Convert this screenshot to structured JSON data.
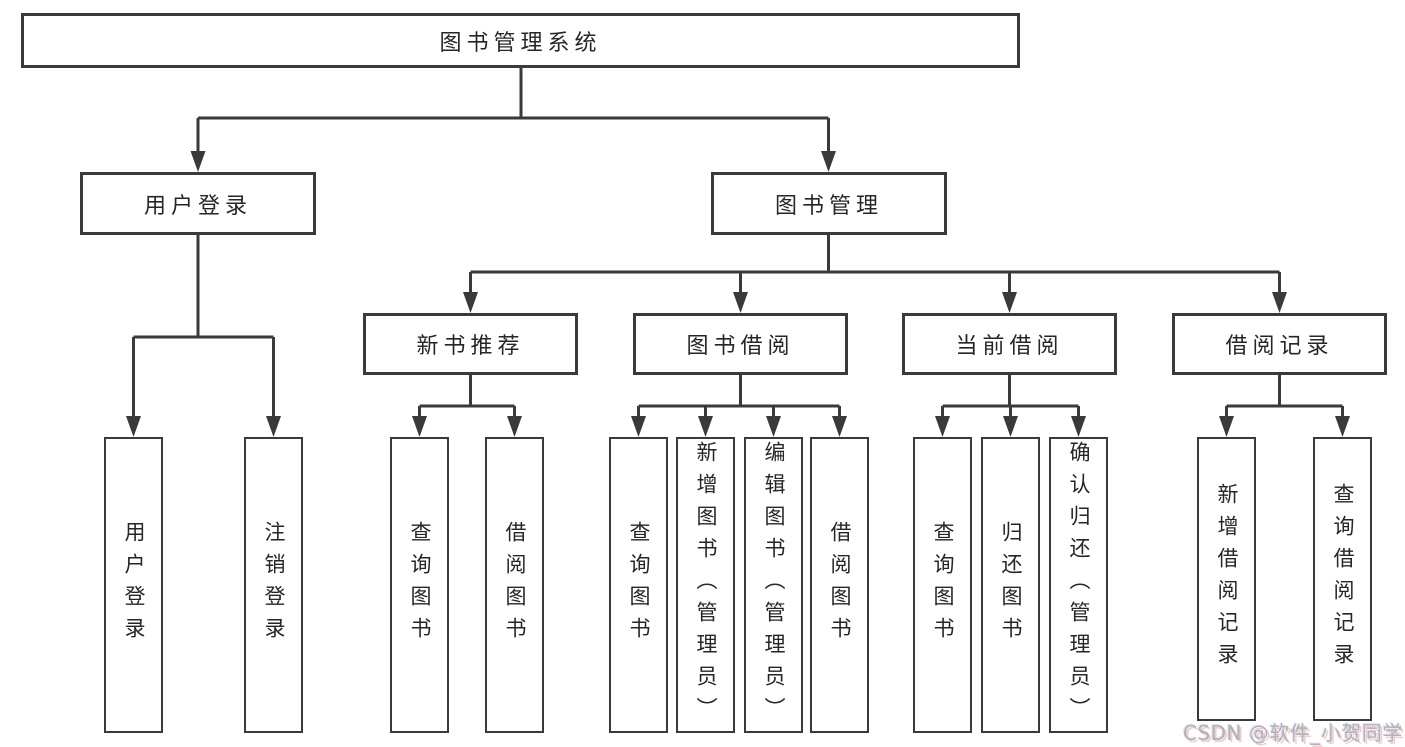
{
  "nodes": {
    "root": "图书管理系统",
    "user_login": "用户登录",
    "book_management": "图书管理",
    "new_book_recommend": "新书推荐",
    "book_borrowing": "图书借阅",
    "current_borrowing": "当前借阅",
    "borrowing_records": "借阅记录",
    "login": "用户登录",
    "logout": "注销登录",
    "recommend_query_books": "查询图书",
    "recommend_borrow_books": "借阅图书",
    "borrow_query_books": "查询图书",
    "borrow_add_books": "新增图书（管理员）",
    "borrow_edit_books": "编辑图书（管理员）",
    "borrow_borrow_books": "借阅图书",
    "current_query_books": "查询图书",
    "current_return_books": "归还图书",
    "current_confirm_return": "确认归还（管理员）",
    "records_add": "新增借阅记录",
    "records_query": "查询借阅记录"
  },
  "watermark": "CSDN @软件_小贺同学",
  "colors": {
    "line": "#3a3a3a",
    "text": "#262626",
    "background": "#ffffff",
    "watermark": "#b2b2b2"
  }
}
